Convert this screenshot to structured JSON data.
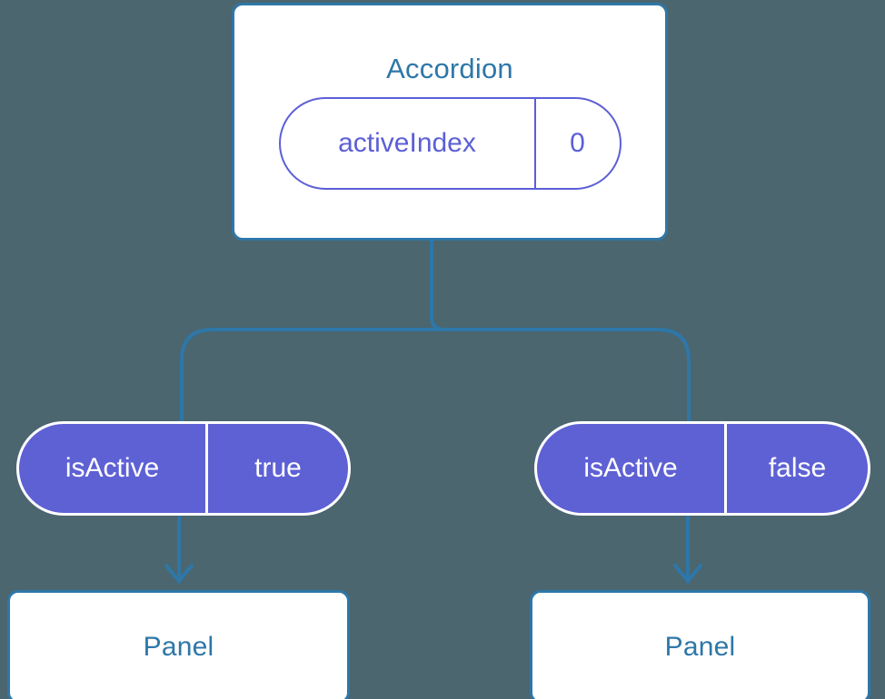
{
  "diagram": {
    "title_node": {
      "name": "Accordion",
      "state_pill": {
        "key": "activeIndex",
        "value": "0"
      }
    },
    "branches": [
      {
        "side": "left",
        "prop_pill": {
          "key": "isActive",
          "value": "true"
        },
        "child": {
          "name": "Panel"
        }
      },
      {
        "side": "right",
        "prop_pill": {
          "key": "isActive",
          "value": "false"
        },
        "child": {
          "name": "Panel"
        }
      }
    ],
    "colors": {
      "background": "#4b666f",
      "card_border": "#2e77a8",
      "card_text": "#2e77a8",
      "pill_outline": "#5c5fd6",
      "pill_fill": "#5e61d4",
      "pill_fill_text": "#ffffff",
      "connector": "#2e77a8"
    }
  }
}
